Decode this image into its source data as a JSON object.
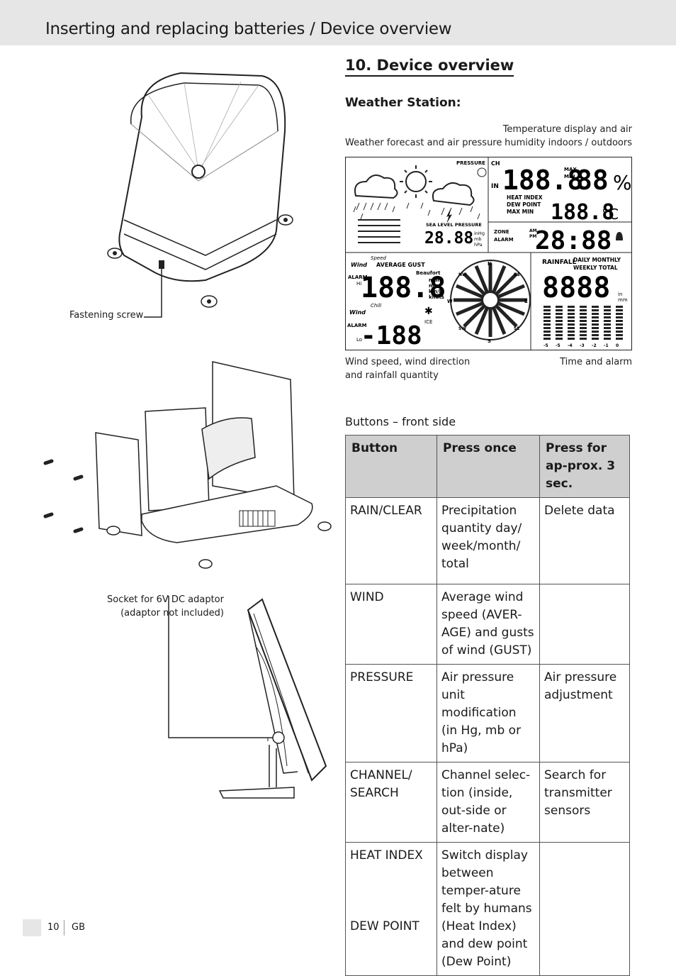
{
  "header": {
    "title": "Inserting and replacing batteries / Device overview"
  },
  "section": {
    "title": "10. Device overview",
    "subtitle": "Weather Station:"
  },
  "captions": {
    "forecast": "Weather forecast and air pressure",
    "temperature": "Temperature display and air humidity indoors / outdoors",
    "wind": "Wind speed, wind direction and rainfall quantity",
    "time": "Time and alarm"
  },
  "figure_labels": {
    "fastening_screw": "Fastening screw",
    "socket": "Socket for 6V DC adaptor (adaptor not included)"
  },
  "display": {
    "pressure": "PRESSURE",
    "sea_level": "SEA LEVEL PRESSURE",
    "pressure_digits": "28.88",
    "p_units": [
      "inHg",
      "mb",
      "hPa"
    ],
    "ch": "CH",
    "in": "IN",
    "temp_digits": "188.8",
    "humidity_digits": "88",
    "percent": "%",
    "max": "MAX",
    "min": "MIN",
    "heat_index": "HEAT INDEX",
    "dew_point": "DEW POINT",
    "max_min": "MAX MIN",
    "temp2_digits": "188.8",
    "deg_c": "°C",
    "zone": "ZONE",
    "alarm": "ALARM",
    "am": "AM",
    "pm": "PM",
    "time_digits": "28:88",
    "wind": "Wind",
    "speed": "Speed",
    "average_gust": "AVERAGE GUST",
    "hi": "Hi",
    "wind_digits": "188.8",
    "beaufort": "Beaufort",
    "wind_units": [
      "mph",
      "m/s",
      "km/h",
      "knots"
    ],
    "chill": "Chill",
    "ice": "ICE",
    "chill_digits": "-188",
    "lo": "Lo",
    "compass": [
      "N",
      "NE",
      "E",
      "SE",
      "S",
      "SW",
      "W",
      "NW"
    ],
    "rainfall": "RAINFALL",
    "daily_monthly": "DAILY MONTHLY",
    "weekly_total": "WEEKLY TOTAL",
    "rain_digits": "8888",
    "rain_units": [
      "in",
      "mm"
    ],
    "rain_ticks": [
      "-5",
      "-5",
      "-4",
      "-3",
      "-2",
      "-1",
      "0"
    ]
  },
  "buttons_label": "Buttons – front side",
  "table": {
    "headers": [
      "Button",
      "Press once",
      "Press for ap-prox. 3 sec."
    ],
    "rows": [
      {
        "button": "RAIN/CLEAR",
        "once": "Precipitation quantity day/ week/month/ total",
        "hold": "Delete data"
      },
      {
        "button": "WIND",
        "once": "Average wind speed (AVER-AGE) and gusts of wind (GUST)",
        "hold": ""
      },
      {
        "button": "PRESSURE",
        "once": "Air pressure unit modification (in Hg, mb or hPa)",
        "hold": "Air pressure adjustment"
      },
      {
        "button": "CHANNEL/ SEARCH",
        "once": "Channel selec-tion (inside, out-side or alter-nate)",
        "hold": "Search for transmitter sensors"
      },
      {
        "button": "HEAT INDEX",
        "button2": "DEW POINT",
        "once": "Switch display between temper-ature felt by humans (Heat Index) and dew point (Dew Point)",
        "hold": ""
      }
    ]
  },
  "footer": {
    "page": "10",
    "lang": "GB"
  }
}
